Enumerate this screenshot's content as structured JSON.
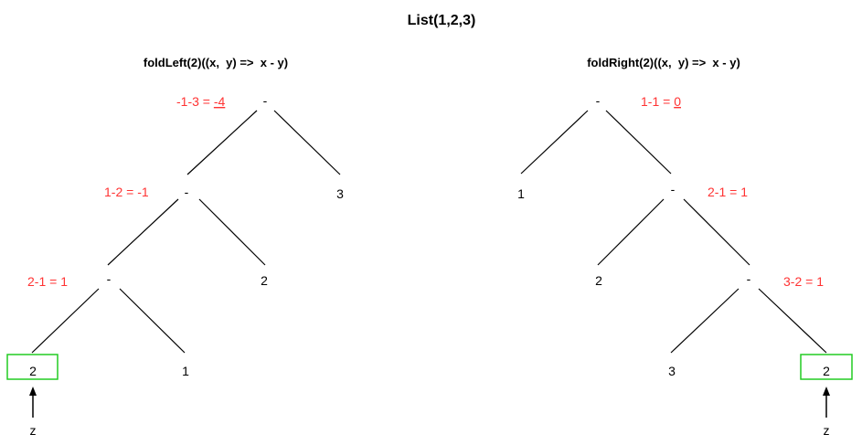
{
  "title": "List(1,2,3)",
  "left_tree": {
    "heading": "foldLeft(2)((x,  y) =>  x - y)",
    "ops": [
      "-",
      "-",
      "-"
    ],
    "calcs": [
      {
        "text": "-1-3 = ",
        "result": "-4"
      },
      {
        "text": "1-2 = -1"
      },
      {
        "text": "2-1 = 1"
      }
    ],
    "leaves": [
      "3",
      "2",
      "1"
    ],
    "z_value": "2",
    "z_label": "z"
  },
  "right_tree": {
    "heading": "foldRight(2)((x,  y) =>  x - y)",
    "ops": [
      "-",
      "-",
      "-"
    ],
    "calcs": [
      {
        "text": "1-1 = ",
        "result": "0"
      },
      {
        "text": "2-1 = 1"
      },
      {
        "text": "3-2 = 1"
      }
    ],
    "leaves": [
      "1",
      "2",
      "3"
    ],
    "z_value": "2",
    "z_label": "z"
  },
  "colors": {
    "calc_text": "#ff3333",
    "z_box": "#22cc22",
    "line": "#000000"
  }
}
